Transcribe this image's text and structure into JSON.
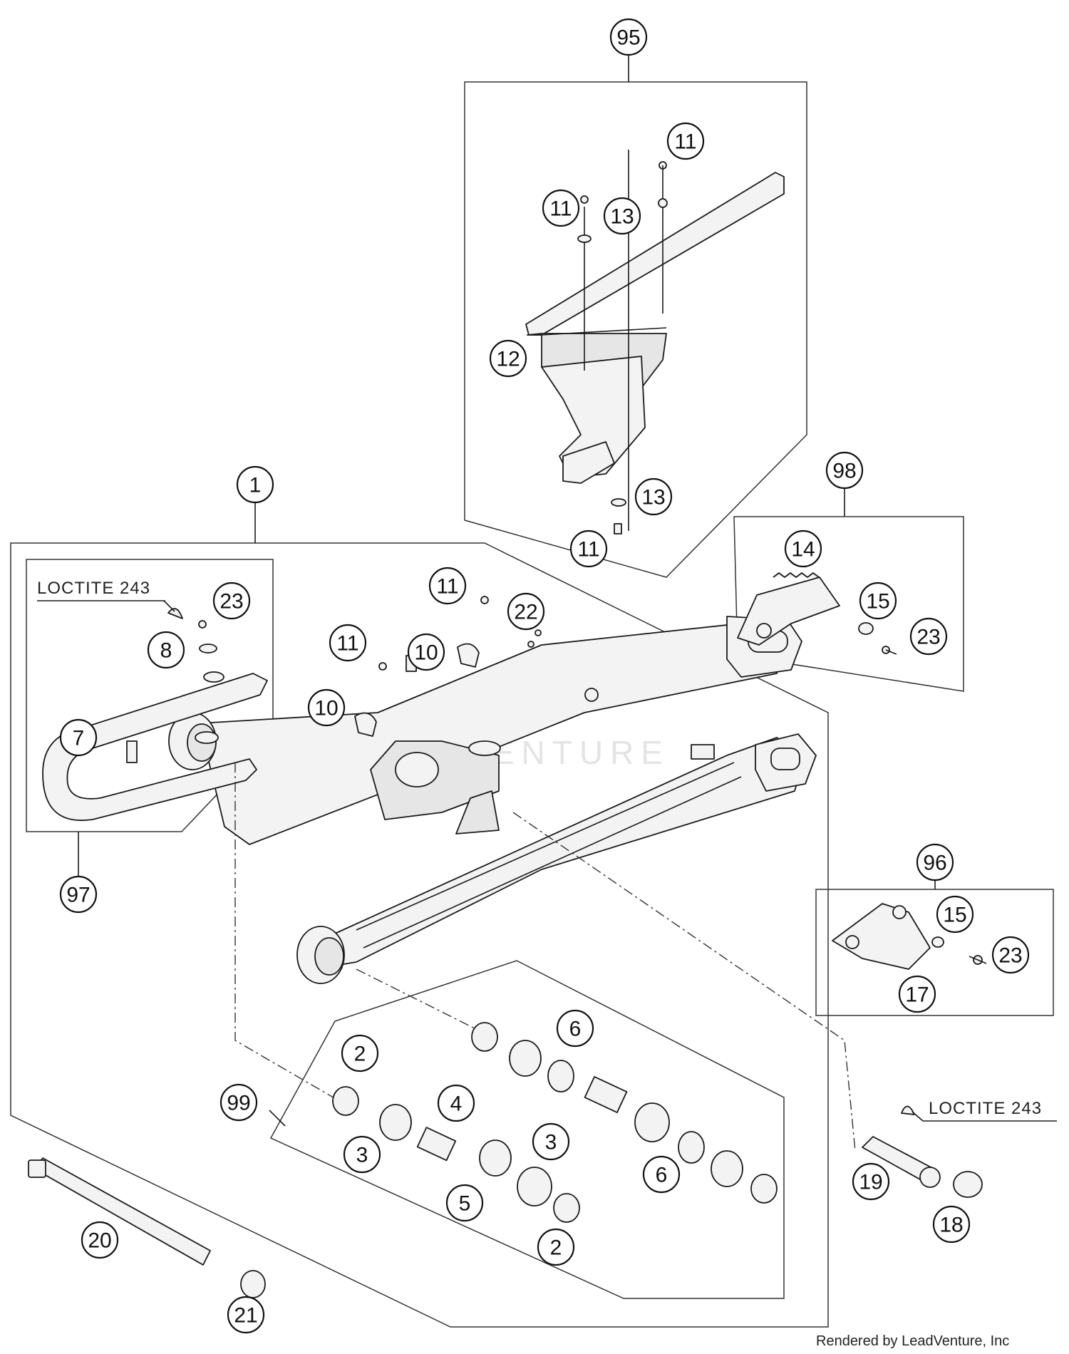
{
  "callouts": [
    {
      "id": "c95",
      "label": "95"
    },
    {
      "id": "c11a",
      "label": "11"
    },
    {
      "id": "c11b",
      "label": "11"
    },
    {
      "id": "c13a",
      "label": "13"
    },
    {
      "id": "c12",
      "label": "12"
    },
    {
      "id": "c13b",
      "label": "13"
    },
    {
      "id": "c11c",
      "label": "11"
    },
    {
      "id": "c98",
      "label": "98"
    },
    {
      "id": "c14",
      "label": "14"
    },
    {
      "id": "c15a",
      "label": "15"
    },
    {
      "id": "c23a",
      "label": "23"
    },
    {
      "id": "c1",
      "label": "1"
    },
    {
      "id": "c23b",
      "label": "23"
    },
    {
      "id": "c8",
      "label": "8"
    },
    {
      "id": "c7",
      "label": "7"
    },
    {
      "id": "c97",
      "label": "97"
    },
    {
      "id": "c11d",
      "label": "11"
    },
    {
      "id": "c22",
      "label": "22"
    },
    {
      "id": "c11e",
      "label": "11"
    },
    {
      "id": "c10a",
      "label": "10"
    },
    {
      "id": "c10b",
      "label": "10"
    },
    {
      "id": "c96",
      "label": "96"
    },
    {
      "id": "c15b",
      "label": "15"
    },
    {
      "id": "c23c",
      "label": "23"
    },
    {
      "id": "c17",
      "label": "17"
    },
    {
      "id": "c6a",
      "label": "6"
    },
    {
      "id": "c2a",
      "label": "2"
    },
    {
      "id": "c99",
      "label": "99"
    },
    {
      "id": "c4",
      "label": "4"
    },
    {
      "id": "c3a",
      "label": "3"
    },
    {
      "id": "c3b",
      "label": "3"
    },
    {
      "id": "c5",
      "label": "5"
    },
    {
      "id": "c6b",
      "label": "6"
    },
    {
      "id": "c2b",
      "label": "2"
    },
    {
      "id": "c19",
      "label": "19"
    },
    {
      "id": "c18",
      "label": "18"
    },
    {
      "id": "c20",
      "label": "20"
    },
    {
      "id": "c21",
      "label": "21"
    }
  ],
  "notes": {
    "loctite_left": "LOCTITE 243",
    "loctite_right": "LOCTITE 243"
  },
  "watermark": "LEADVENTURE",
  "credit": "Rendered by LeadVenture, Inc"
}
